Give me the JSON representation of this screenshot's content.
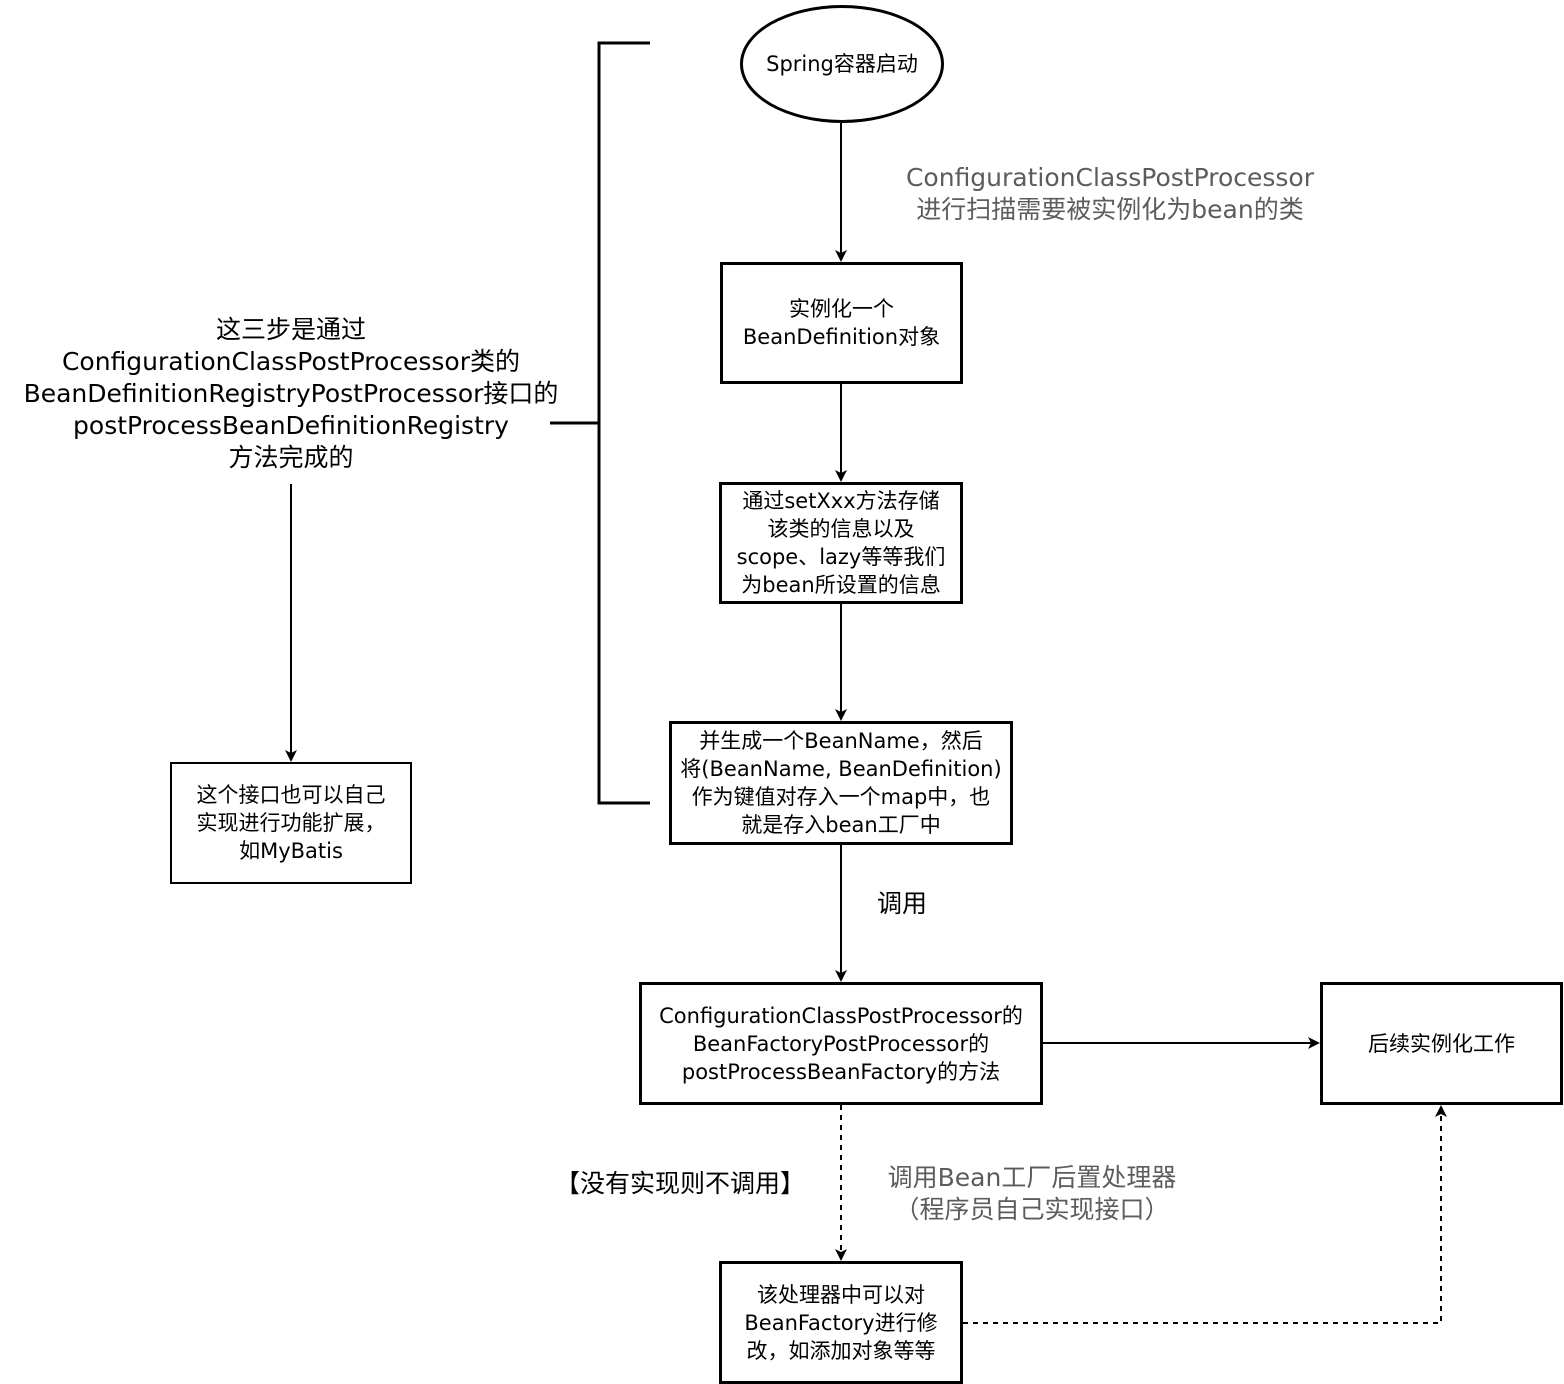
{
  "nodes": {
    "start": "Spring容器启动",
    "instantiate": "实例化一个\nBeanDefinition对象",
    "store_info": "通过setXxx方法存储\n该类的信息以及\nscope、lazy等等我们\n为bean所设置的信息",
    "gen_name": "并生成一个BeanName，然后\n将(BeanName, BeanDefinition)\n作为键值对存入一个map中，也\n就是存入bean工厂中",
    "ccpp_method": "ConfigurationClassPostProcessor的\nBeanFactoryPostProcessor的\npostProcessBeanFactory的方法",
    "subsequent": "后续实例化工作",
    "custom_processor": "该处理器中可以对\nBeanFactory进行修\n改，如添加对象等等",
    "mybatis_note": "这个接口也可以自己\n实现进行功能扩展，\n如MyBatis"
  },
  "labels": {
    "scan": "ConfigurationClassPostProcessor\n进行扫描需要被实例化为bean的类",
    "three_steps": "这三步是通过\nConfigurationClassPostProcessor类的\nBeanDefinitionRegistryPostProcessor接口的\npostProcessBeanDefinitionRegistry\n方法完成的",
    "call": "调用",
    "not_implemented": "【没有实现则不调用】",
    "call_factory_processor": "调用Bean工厂后置处理器\n（程序员自己实现接口）"
  }
}
